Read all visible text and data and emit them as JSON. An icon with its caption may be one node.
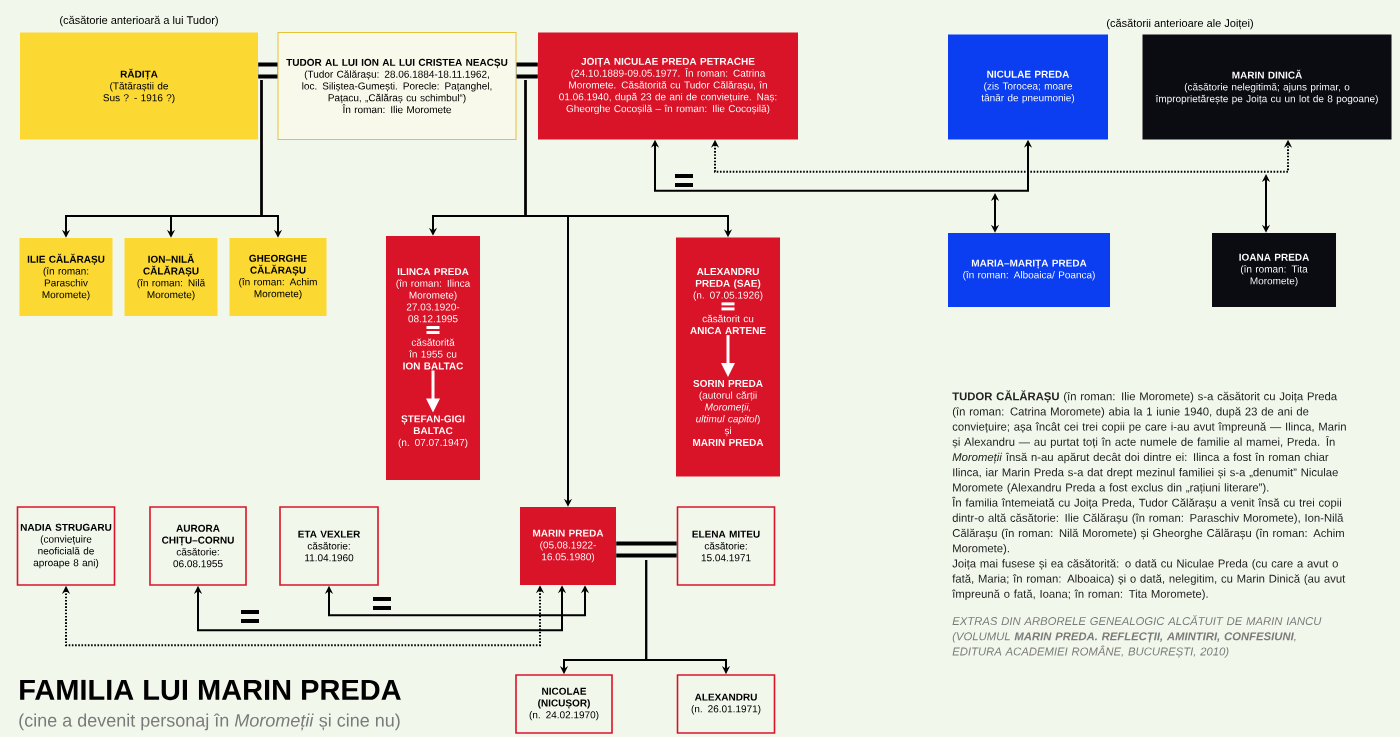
{
  "diagram": {
    "title": "FAMILIA LUI MARIN PREDA",
    "caption": "(cine a devenit personaj în *Moromeții* și cine nu)",
    "nodes": [
      {
        "text": [
          "RĂDIȚA",
          "(Tătăraștii de Sus ? - 1916 ?)"
        ],
        "beside": [
          "(căsătorie anterioară a lui Tudor)"
        ]
      },
      {
        "text": [
          "TUDOR AL LUI ION AL LUI CRISTEA NEACȘU",
          "(Tudor Călărașu: 28.06.1884-18.11.1962, loc. Siliștea-Gumești. Porecle: Pațanghel, Pațacu, „Călăraș cu schimbul“)",
          "În roman: Ilie Moromete"
        ]
      },
      {
        "text": [
          "JOIȚA NICULAE PREDA PETRACHE",
          "(24.10.1889-09.05.1977. În roman: Catrina Moromete. Căsătorită cu Tudor Călărașu, în 01.06.1940, după 23 de ani de conviețuire. Naș: Gheorghe Cocoșilă – în roman: Ilie Cocoșilă)"
        ]
      },
      {
        "text": [
          "NICULAE PREDA",
          "(zis Torocea; moare tânăr de pneumonie)"
        ]
      },
      {
        "text": [
          "MARIN DINICĂ",
          "(căsătorie nelegitimă; ajuns primar, o împroprietărește pe Joița cu un lot de 8 pogoane)"
        ]
      },
      {
        "text": [
          "ILIE CĂLĂRAȘU",
          "(în roman: Paraschiv Moromete)"
        ]
      },
      {
        "text": [
          "ION–NILĂ CĂLĂRAȘU",
          "(în roman: Nilă Moromete)"
        ]
      },
      {
        "text": [
          "GHEORGHE CĂLĂRAȘU",
          "(în roman: Achim Moromete)"
        ]
      },
      {
        "text": [
          "ILINCA PREDA",
          "(în roman: Ilinca Moromete) 27.03.1920-08.12.1995",
          "căsătorită în 1955 cu",
          "ION BALTAC",
          "ȘTEFAN-GIGI BALTAC",
          "(n. 07.07.1947)"
        ]
      },
      {
        "text": [
          "ALEXANDRU PREDA (SAE)",
          "(n. 07.05.1926)",
          "căsătorit cu",
          "ANICA ARTENE",
          "SORIN PREDA",
          "(autorul cărții *Moromeții, ultimul capitol*)",
          "și",
          "MARIN PREDA"
        ]
      },
      {
        "text": [
          "MARIA–MARIȚA PREDA",
          "(în roman: Alboaica/ Poanca)"
        ]
      },
      {
        "text": [
          "IOANA PREDA",
          "(în roman: Tita Moromete)"
        ]
      },
      {
        "text": [
          "NADIA STRUGARU",
          "(conviețuire neoficială de aproape 8 ani)"
        ]
      },
      {
        "text": [
          "AURORA CHIȚU–CORNU",
          "căsătorie: 06.08.1955"
        ]
      },
      {
        "text": [
          "ETA VEXLER",
          "căsătorie: 11.04.1960"
        ]
      },
      {
        "text": [
          "MARIN PREDA",
          "(05.08.1922-16.05.1980)"
        ]
      },
      {
        "text": [
          "ELENA MITEU",
          "căsătorie: 15.04.1971"
        ]
      },
      {
        "text": [
          "NICOLAE (NICUȘOR)",
          "(n. 24.02.1970)"
        ]
      },
      {
        "text": [
          "ALEXANDRU",
          "(n. 26.01.1971)"
        ]
      }
    ],
    "edges": [
      {
        "from": 0,
        "to": 1,
        "arrow": "none",
        "style": "thick"
      },
      {
        "from": 1,
        "to": 2,
        "arrow": "none",
        "style": "thick"
      },
      {
        "from": 1,
        "to": 5,
        "arrow": "to"
      },
      {
        "from": 1,
        "to": 6,
        "arrow": "to"
      },
      {
        "from": 1,
        "to": 7,
        "arrow": "to"
      },
      {
        "from": 1,
        "to": 8,
        "arrow": "to"
      },
      {
        "from": 1,
        "to": 15,
        "arrow": "to"
      },
      {
        "from": 1,
        "to": 9,
        "arrow": "to"
      },
      {
        "from": 2,
        "to": 3,
        "arrow": "both"
      },
      {
        "from": 2,
        "to": 4,
        "arrow": "both",
        "style": "dashed"
      },
      {
        "from": null,
        "to": 10,
        "arrow": "both"
      },
      {
        "from": null,
        "to": 11,
        "arrow": "both"
      },
      {
        "from": 15,
        "to": 12,
        "arrow": "both",
        "style": "dashed"
      },
      {
        "from": 15,
        "to": 13,
        "arrow": "both"
      },
      {
        "from": 15,
        "to": 14,
        "arrow": "both"
      },
      {
        "from": 15,
        "to": 16,
        "arrow": "none",
        "style": "thick"
      },
      {
        "from": 15,
        "to": 17,
        "arrow": "to"
      },
      {
        "from": 15,
        "to": 18,
        "arrow": "to"
      }
    ],
    "labels": [
      "(căsătorii anterioare ale Joiței)",
      "**TUDOR CĂLĂRAȘU** (în roman: Ilie Moromete) s-a căsătorit cu Joița Preda (în roman: Catrina Moromete) abia la 1 iunie 1940, după 23 de ani de conviețuire; așa încât cei trei copii pe care i-au avut împreună — Ilinca, Marin și Alexandru — au purtat toți în acte numele de familie al mamei, Preda. În *Moromeții* însă n-au apărut decât doi dintre ei: Ilinca a fost în roman chiar Ilinca, iar Marin Preda s-a dat drept mezinul familiei și s-a „denumit” Niculae Moromete (Alexandru Preda a fost exclus din „rațiuni literare”).",
      "În familia întemeiată cu Joița Preda, Tudor Călărașu a venit însă cu trei copii dintr-o altă căsătorie: Ilie Călărașu (în roman: Paraschiv Moromete), Ion-Nilă Călărașu (în roman: Nilă Moromete) și Gheorghe Călărașu (în roman: Achim Moromete).",
      "Joița mai fusese și ea căsătorită: o dată cu Niculae Preda (cu care a avut o fată, Maria; în roman: Alboaica) și o dată, nelegitim, cu Marin Dinică (au avut împreună o fată, Ioana; în roman: Tita Moromete).",
      "EXTRAS DIN ARBORELE GENEALOGIC ALCĂTUIT DE MARIN IANCU (VOLUMUL **MARIN PREDA. REFLECȚII, AMINTIRI, CONFESIUNI**, EDITURA ACADEMIEI ROMÂNE, BUCUREȘTI, 2010)"
    ]
  }
}
